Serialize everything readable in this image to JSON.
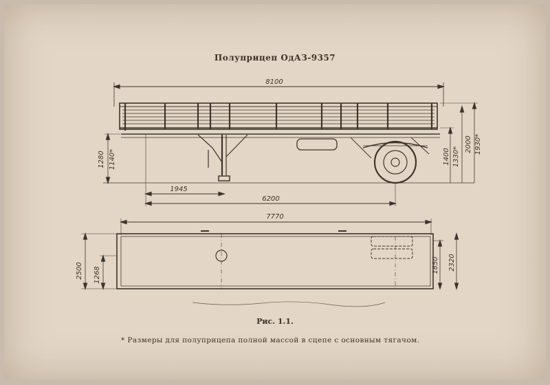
{
  "title": "Полуприцеп ОдАЗ-9357",
  "caption": "Рис. 1.1.",
  "footnote": "* Размеры для полуприцепа полной массой в сцепе с основным тягачом.",
  "dimensions": {
    "overall_length": "8100",
    "kingpin_offset": "1945",
    "wheelbase": "6200",
    "platform_length": "7770",
    "support_height": "1280",
    "support_height_loaded": "1140*",
    "deck_height": "1400",
    "deck_height_loaded": "1330*",
    "side_top_height": "2000",
    "side_top_height_loaded": "1930*",
    "overall_width": "2500",
    "support_track": "1268",
    "wheel_track": "1850",
    "platform_width": "2320"
  }
}
